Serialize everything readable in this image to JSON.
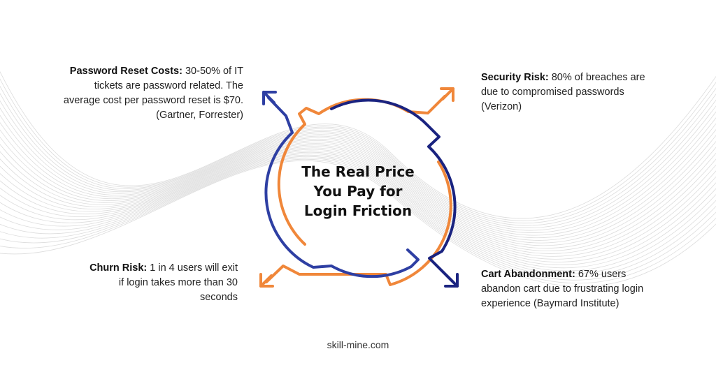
{
  "title_lines": [
    "The Real Price",
    "You Pay for",
    "Login Friction"
  ],
  "notes": {
    "password_reset": {
      "heading": "Password Reset Costs:",
      "text": " 30-50% of IT tickets are password related. The average cost per password reset is $70. (Gartner, Forrester)"
    },
    "security": {
      "heading": "Security Risk:",
      "text": " 80% of breaches are due to compromised passwords (Verizon)"
    },
    "churn": {
      "heading": "Churn Risk:",
      "text": " 1 in 4 users will exit if login takes more than 30 seconds"
    },
    "cart": {
      "heading": "Cart Abandonment:",
      "text": " 67% users abandon cart due to frustrating login experience (Baymard Institute)"
    }
  },
  "footer": "skill-mine.com",
  "colors": {
    "orange": "#f0873a",
    "blue": "#2e3fa3",
    "navy": "#1a2380",
    "wave": "#d4d4d4"
  },
  "icons": [
    "arrow-up-left-icon",
    "arrow-up-right-icon",
    "arrow-down-left-icon",
    "arrow-down-right-icon"
  ]
}
